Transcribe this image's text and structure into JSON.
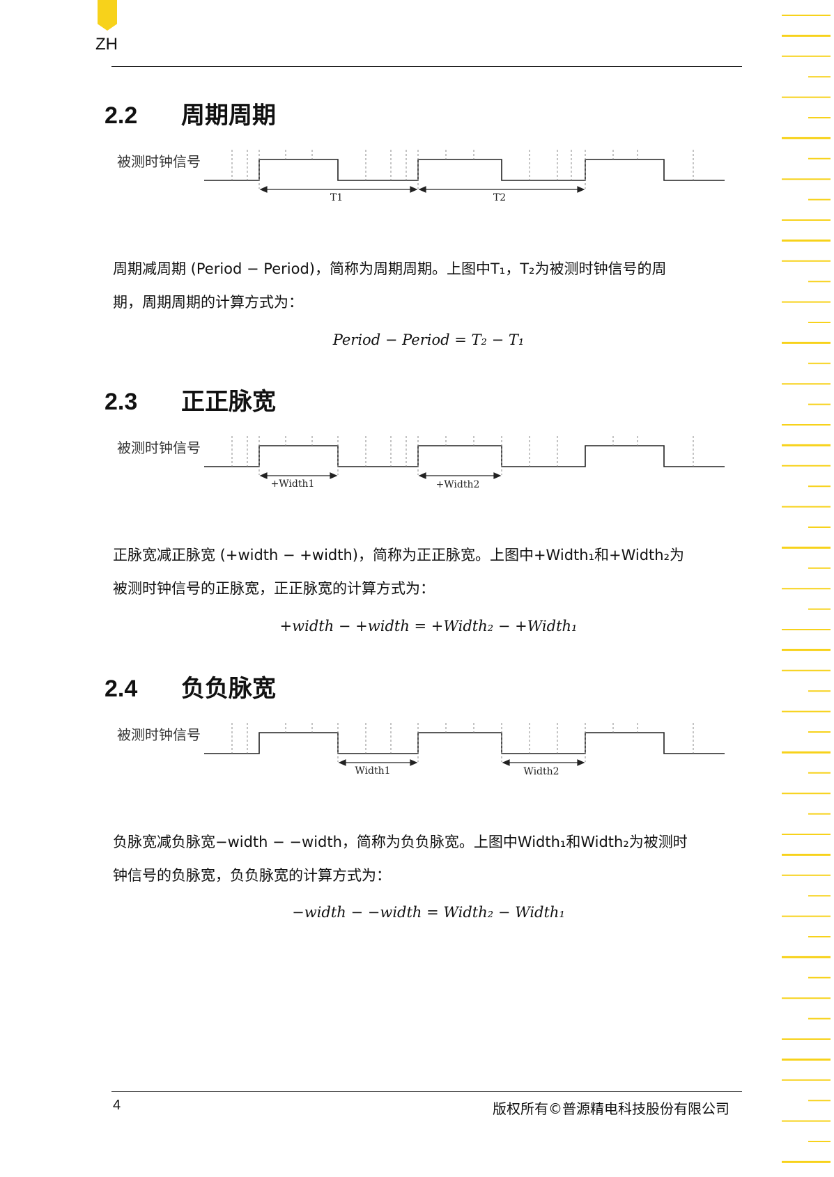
{
  "header": {
    "tab_color": "#f7d21b",
    "lang": "ZH"
  },
  "sections": [
    {
      "number": "2.2",
      "title": "周期周期",
      "diagram": {
        "signal_label": "被测时钟信号",
        "labels": [
          "T1",
          "T2"
        ]
      },
      "para_line1": "周期减周期 (Period − Period)，简称为周期周期。上图中T₁，T₂为被测时钟信号的周",
      "para_line2": "期，周期周期的计算方式为：",
      "formula": "Period − Period = T₂ − T₁"
    },
    {
      "number": "2.3",
      "title": "正正脉宽",
      "diagram": {
        "signal_label": "被测时钟信号",
        "labels": [
          "+Width1",
          "+Width2"
        ]
      },
      "para_line1": "正脉宽减正脉宽 (+width − +width)，简称为正正脉宽。上图中+Width₁和+Width₂为",
      "para_line2": "被测时钟信号的正脉宽，正正脉宽的计算方式为：",
      "formula": "+width − +width = +Width₂ − +Width₁"
    },
    {
      "number": "2.4",
      "title": "负负脉宽",
      "diagram": {
        "signal_label": "被测时钟信号",
        "labels": [
          "Width1",
          "Width2"
        ]
      },
      "para_line1": "负脉宽减负脉宽−width − −width，简称为负负脉宽。上图中Width₁和Width₂为被测时",
      "para_line2": "钟信号的负脉宽，负负脉宽的计算方式为：",
      "formula": "−width − −width = Width₂ − Width₁"
    }
  ],
  "footer": {
    "page_number": "4",
    "copyright": "版权所有©普源精电科技股份有限公司"
  },
  "colors": {
    "accent": "#f7d21b",
    "rule": "#222222"
  }
}
